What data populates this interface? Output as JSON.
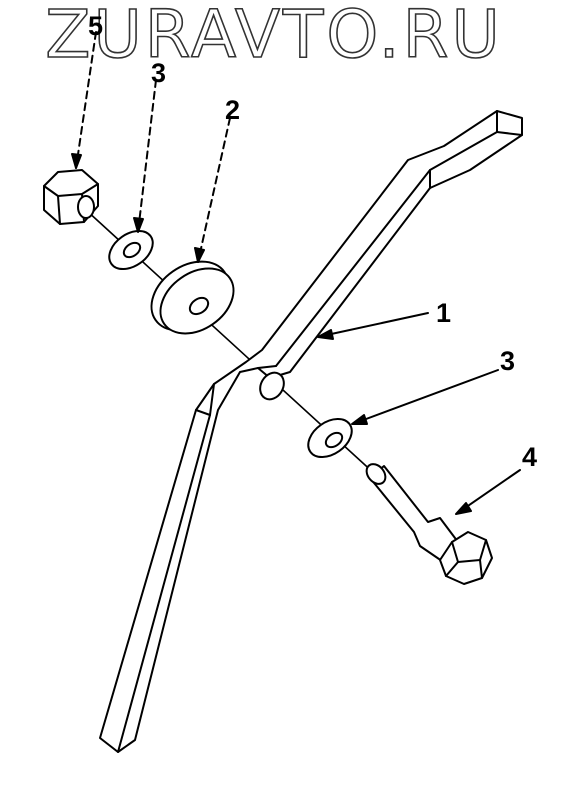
{
  "watermark": "ZURAVTO.RU",
  "callouts": [
    {
      "id": "nut",
      "label": "5"
    },
    {
      "id": "small-washer-top",
      "label": "3"
    },
    {
      "id": "large-washer",
      "label": "2"
    },
    {
      "id": "lever-arm",
      "label": "1"
    },
    {
      "id": "small-washer-bottom",
      "label": "3"
    },
    {
      "id": "bolt",
      "label": "4"
    }
  ],
  "colors": {
    "line": "#000000",
    "background": "#ffffff",
    "watermark_outline": "#333333"
  }
}
